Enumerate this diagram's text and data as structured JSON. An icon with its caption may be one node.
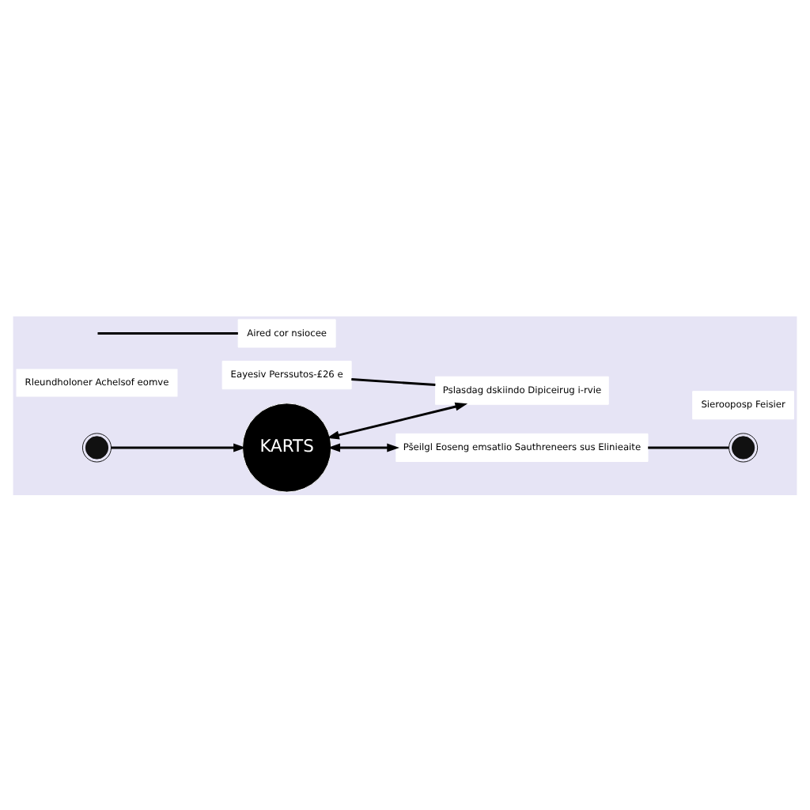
{
  "diagram": {
    "nodes": [
      {
        "text": [
          "KARTS"
        ]
      },
      {
        "text": [],
        "shape": "circle"
      },
      {
        "text": [
          "Rleundholoner Achelsof eomve"
        ]
      },
      {
        "text": [
          "Eayesiv Perssutos-£26 e"
        ]
      },
      {
        "text": [
          "Pslasdag dskiindo Dipiceirug i-rvie"
        ]
      },
      {
        "text": [
          "Aired cor nsiocee"
        ]
      },
      {
        "text": [
          "Pšeilgl Eoseng emsatlio Sauthreneers sus Elinieaite"
        ]
      },
      {
        "text": [],
        "shape": "circle"
      },
      {
        "text": [
          "Sierooposp Feisier"
        ]
      }
    ],
    "edges": [
      {
        "from": 1,
        "to": 0,
        "arrow": "to"
      },
      {
        "from": 0,
        "to": 4,
        "arrow": "both"
      },
      {
        "from": 0,
        "to": 6,
        "arrow": "both"
      },
      {
        "from": 3,
        "to": 4,
        "arrow": "none"
      },
      {
        "from": null,
        "to": 5,
        "arrow": "none"
      },
      {
        "from": 6,
        "to": 7,
        "arrow": "none"
      }
    ]
  }
}
